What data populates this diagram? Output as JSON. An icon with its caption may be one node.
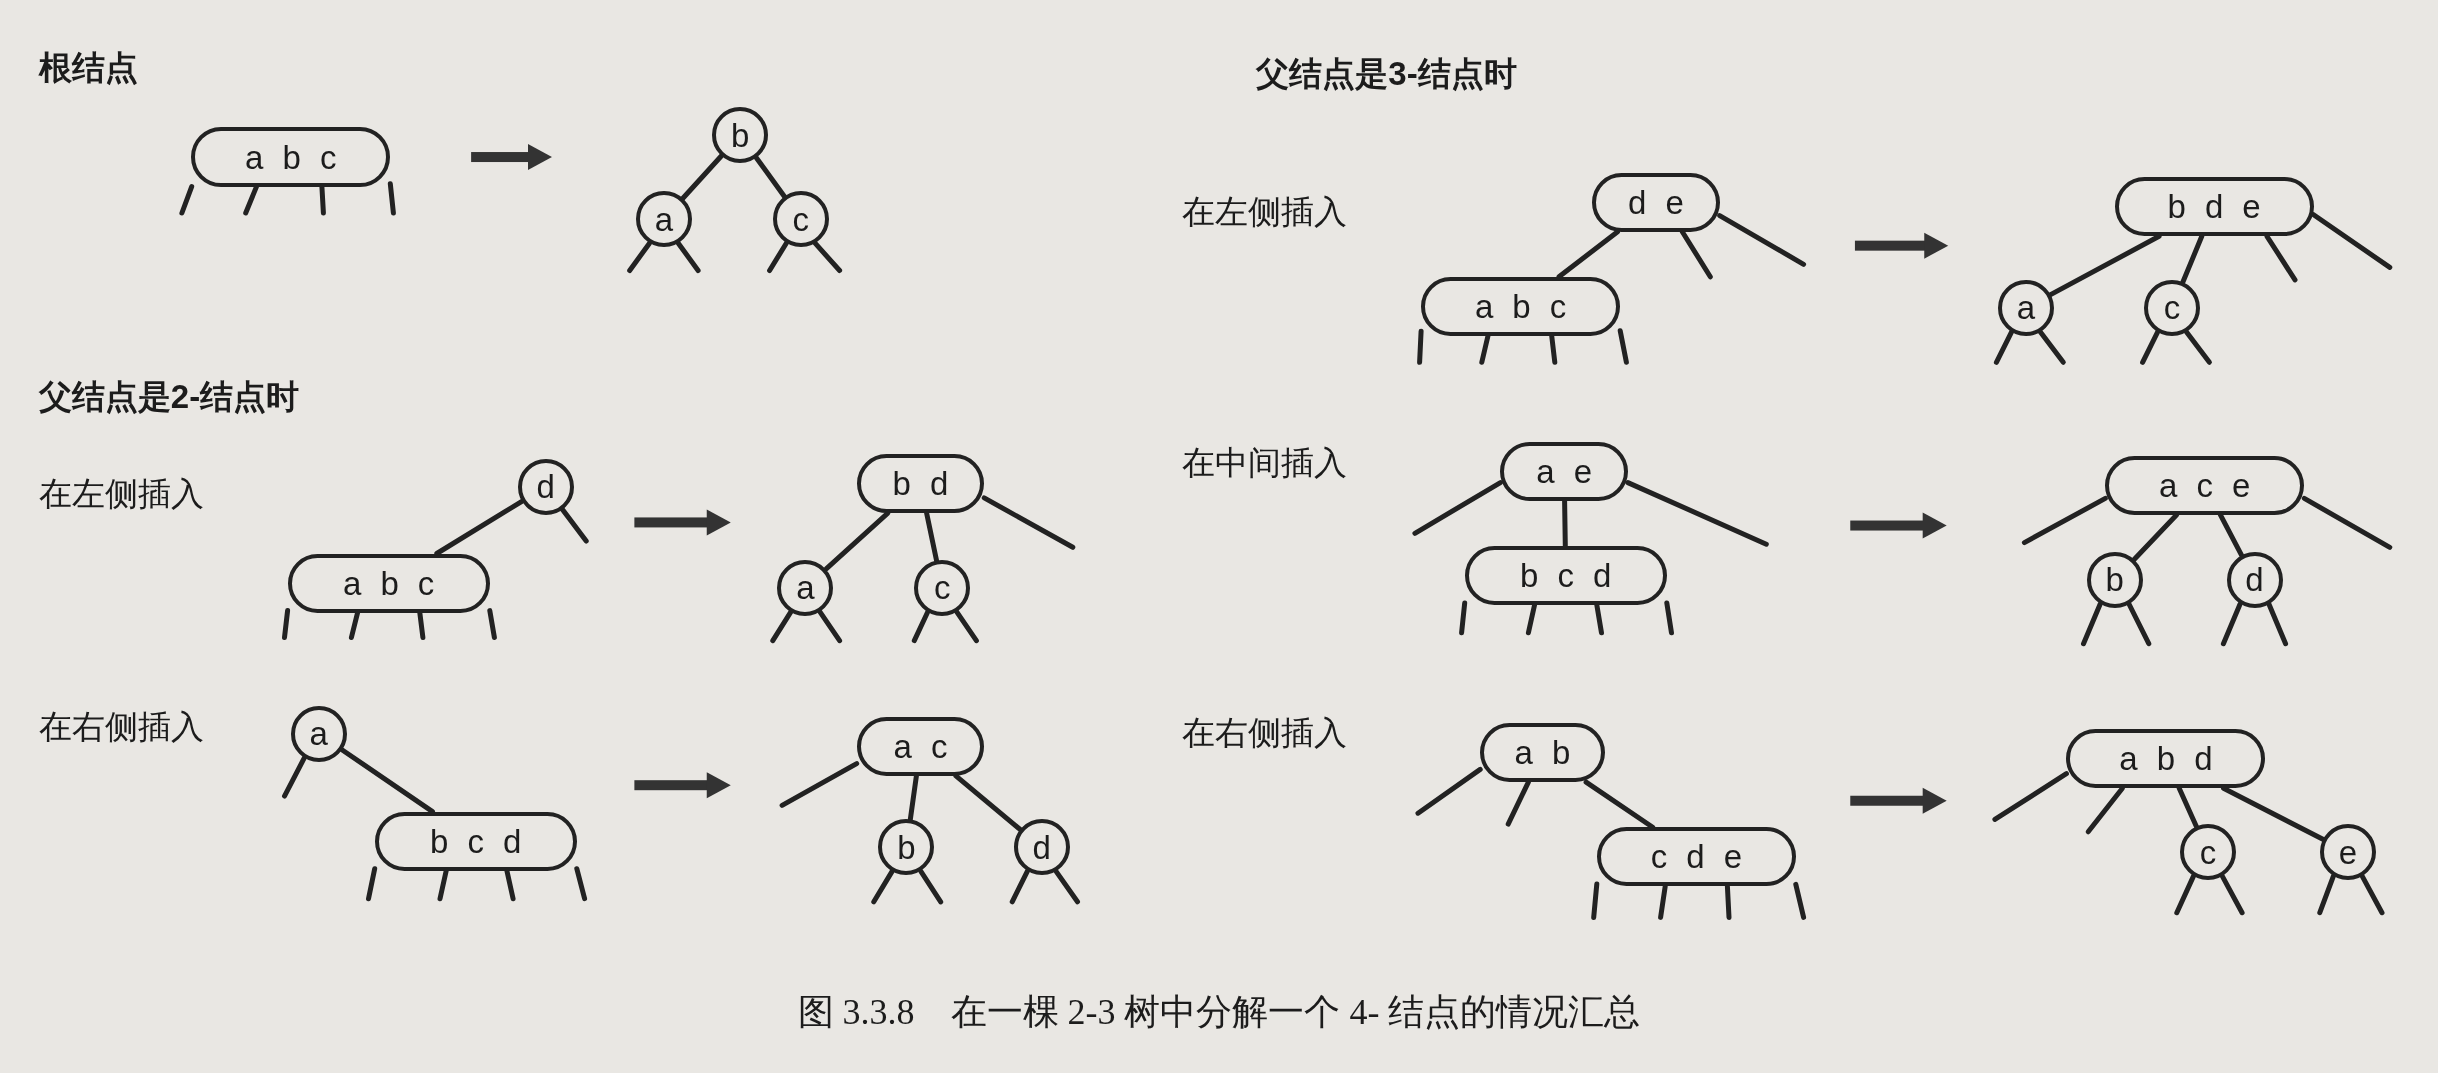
{
  "diagram": {
    "caption": "图 3.3.8　在一棵 2-3 树中分解一个 4- 结点的情况汇总",
    "nodes": [
      {
        "text": [
          "a b c"
        ]
      },
      {
        "text": [
          "b"
        ]
      },
      {
        "text": [
          "a"
        ]
      },
      {
        "text": [
          "c"
        ]
      },
      {
        "text": [
          "d"
        ]
      },
      {
        "text": [
          "a b c"
        ]
      },
      {
        "text": [
          "b d"
        ]
      },
      {
        "text": [
          "a"
        ]
      },
      {
        "text": [
          "c"
        ]
      },
      {
        "text": [
          "a"
        ]
      },
      {
        "text": [
          "b c d"
        ]
      },
      {
        "text": [
          "a c"
        ]
      },
      {
        "text": [
          "b"
        ]
      },
      {
        "text": [
          "d"
        ]
      },
      {
        "text": [
          "d e"
        ]
      },
      {
        "text": [
          "a b c"
        ]
      },
      {
        "text": [
          "b d e"
        ]
      },
      {
        "text": [
          "a"
        ]
      },
      {
        "text": [
          "c"
        ]
      },
      {
        "text": [
          "a e"
        ]
      },
      {
        "text": [
          "b c d"
        ]
      },
      {
        "text": [
          "a c e"
        ]
      },
      {
        "text": [
          "b"
        ]
      },
      {
        "text": [
          "d"
        ]
      },
      {
        "text": [
          "a b"
        ]
      },
      {
        "text": [
          "c d e"
        ]
      },
      {
        "text": [
          "a b d"
        ]
      },
      {
        "text": [
          "c"
        ]
      },
      {
        "text": [
          "e"
        ]
      }
    ],
    "edges": [
      {
        "from": 1,
        "to": 2,
        "arrow": "none"
      },
      {
        "from": 1,
        "to": 3,
        "arrow": "none"
      },
      {
        "from": 0,
        "to": null,
        "arrow": "none"
      },
      {
        "from": 0,
        "to": null,
        "arrow": "none"
      },
      {
        "from": 0,
        "to": null,
        "arrow": "none"
      },
      {
        "from": 0,
        "to": null,
        "arrow": "none"
      },
      {
        "from": 2,
        "to": null,
        "arrow": "none"
      },
      {
        "from": 2,
        "to": null,
        "arrow": "none"
      },
      {
        "from": 3,
        "to": null,
        "arrow": "none"
      },
      {
        "from": 3,
        "to": null,
        "arrow": "none"
      },
      {
        "from": 4,
        "to": 5,
        "arrow": "none"
      },
      {
        "from": 4,
        "to": null,
        "arrow": "none"
      },
      {
        "from": 5,
        "to": null,
        "arrow": "none"
      },
      {
        "from": 5,
        "to": null,
        "arrow": "none"
      },
      {
        "from": 5,
        "to": null,
        "arrow": "none"
      },
      {
        "from": 5,
        "to": null,
        "arrow": "none"
      },
      {
        "from": 6,
        "to": 7,
        "arrow": "none"
      },
      {
        "from": 6,
        "to": 8,
        "arrow": "none"
      },
      {
        "from": 6,
        "to": null,
        "arrow": "none"
      },
      {
        "from": 7,
        "to": null,
        "arrow": "none"
      },
      {
        "from": 7,
        "to": null,
        "arrow": "none"
      },
      {
        "from": 8,
        "to": null,
        "arrow": "none"
      },
      {
        "from": 8,
        "to": null,
        "arrow": "none"
      },
      {
        "from": 9,
        "to": 10,
        "arrow": "none"
      },
      {
        "from": 9,
        "to": null,
        "arrow": "none"
      },
      {
        "from": 10,
        "to": null,
        "arrow": "none"
      },
      {
        "from": 10,
        "to": null,
        "arrow": "none"
      },
      {
        "from": 10,
        "to": null,
        "arrow": "none"
      },
      {
        "from": 10,
        "to": null,
        "arrow": "none"
      },
      {
        "from": 11,
        "to": 12,
        "arrow": "none"
      },
      {
        "from": 11,
        "to": 13,
        "arrow": "none"
      },
      {
        "from": 11,
        "to": null,
        "arrow": "none"
      },
      {
        "from": 12,
        "to": null,
        "arrow": "none"
      },
      {
        "from": 12,
        "to": null,
        "arrow": "none"
      },
      {
        "from": 13,
        "to": null,
        "arrow": "none"
      },
      {
        "from": 13,
        "to": null,
        "arrow": "none"
      },
      {
        "from": 14,
        "to": 15,
        "arrow": "none"
      },
      {
        "from": 14,
        "to": null,
        "arrow": "none"
      },
      {
        "from": 14,
        "to": null,
        "arrow": "none"
      },
      {
        "from": 15,
        "to": null,
        "arrow": "none"
      },
      {
        "from": 15,
        "to": null,
        "arrow": "none"
      },
      {
        "from": 15,
        "to": null,
        "arrow": "none"
      },
      {
        "from": 15,
        "to": null,
        "arrow": "none"
      },
      {
        "from": 16,
        "to": 17,
        "arrow": "none"
      },
      {
        "from": 16,
        "to": 18,
        "arrow": "none"
      },
      {
        "from": 16,
        "to": null,
        "arrow": "none"
      },
      {
        "from": 16,
        "to": null,
        "arrow": "none"
      },
      {
        "from": 17,
        "to": null,
        "arrow": "none"
      },
      {
        "from": 17,
        "to": null,
        "arrow": "none"
      },
      {
        "from": 18,
        "to": null,
        "arrow": "none"
      },
      {
        "from": 18,
        "to": null,
        "arrow": "none"
      },
      {
        "from": 19,
        "to": 20,
        "arrow": "none"
      },
      {
        "from": 19,
        "to": null,
        "arrow": "none"
      },
      {
        "from": 19,
        "to": null,
        "arrow": "none"
      },
      {
        "from": 20,
        "to": null,
        "arrow": "none"
      },
      {
        "from": 20,
        "to": null,
        "arrow": "none"
      },
      {
        "from": 20,
        "to": null,
        "arrow": "none"
      },
      {
        "from": 20,
        "to": null,
        "arrow": "none"
      },
      {
        "from": 21,
        "to": 22,
        "arrow": "none"
      },
      {
        "from": 21,
        "to": 23,
        "arrow": "none"
      },
      {
        "from": 21,
        "to": null,
        "arrow": "none"
      },
      {
        "from": 21,
        "to": null,
        "arrow": "none"
      },
      {
        "from": 22,
        "to": null,
        "arrow": "none"
      },
      {
        "from": 22,
        "to": null,
        "arrow": "none"
      },
      {
        "from": 23,
        "to": null,
        "arrow": "none"
      },
      {
        "from": 23,
        "to": null,
        "arrow": "none"
      },
      {
        "from": 24,
        "to": 25,
        "arrow": "none"
      },
      {
        "from": 24,
        "to": null,
        "arrow": "none"
      },
      {
        "from": 24,
        "to": null,
        "arrow": "none"
      },
      {
        "from": 25,
        "to": null,
        "arrow": "none"
      },
      {
        "from": 25,
        "to": null,
        "arrow": "none"
      },
      {
        "from": 25,
        "to": null,
        "arrow": "none"
      },
      {
        "from": 25,
        "to": null,
        "arrow": "none"
      },
      {
        "from": 26,
        "to": 27,
        "arrow": "none"
      },
      {
        "from": 26,
        "to": 28,
        "arrow": "none"
      },
      {
        "from": 26,
        "to": null,
        "arrow": "none"
      },
      {
        "from": 26,
        "to": null,
        "arrow": "none"
      },
      {
        "from": 27,
        "to": null,
        "arrow": "none"
      },
      {
        "from": 27,
        "to": null,
        "arrow": "none"
      },
      {
        "from": 28,
        "to": null,
        "arrow": "none"
      },
      {
        "from": 28,
        "to": null,
        "arrow": "none"
      }
    ],
    "labels": [
      "根结点",
      "父结点是2-结点时",
      "在左侧插入",
      "在右侧插入",
      "父结点是3-结点时",
      "在左侧插入",
      "在中间插入",
      "在右侧插入"
    ]
  }
}
